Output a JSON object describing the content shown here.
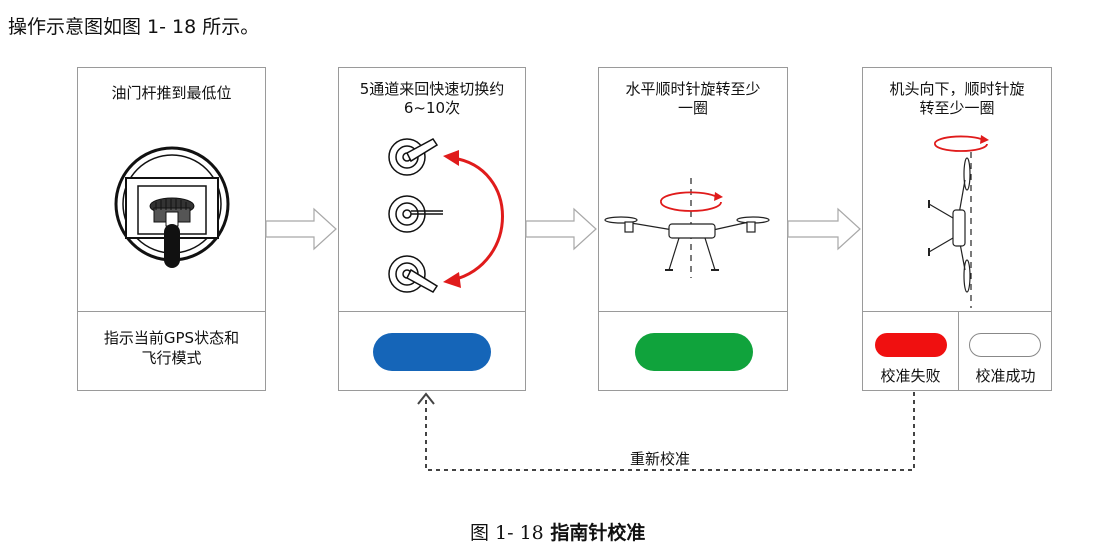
{
  "heading": "操作示意图如图 1- 18 所示。",
  "panels": [
    {
      "title": "油门杆推到最低位",
      "footer_line1": "指示当前GPS状态和",
      "footer_line2": "飞行模式"
    },
    {
      "title_line1": "5通道来回快速切换约",
      "title_line2": "6~10次",
      "led_color": "#1565b8",
      "led_meaning": "blue"
    },
    {
      "title_line1": "水平顺时针旋转至少",
      "title_line2": "一圈",
      "led_color": "#10a33c",
      "led_meaning": "green"
    },
    {
      "title_line1": "机头向下，顺时针旋",
      "title_line2": "转至少一圈",
      "fail_color": "#f01010",
      "fail_label": "校准失败",
      "success_color": "#ffffff",
      "success_label": "校准成功"
    }
  ],
  "loop_label": "重新校准",
  "caption": {
    "prefix": "图 ",
    "number": "1- 18",
    "title": " 指南针校准"
  },
  "icons": [
    "arrow-right-icon",
    "throttle-stick-icon",
    "switch-toggle-icon",
    "curved-arrow-icon",
    "drone-icon",
    "rotate-arrow-icon",
    "dashed-arrow-up-icon"
  ]
}
